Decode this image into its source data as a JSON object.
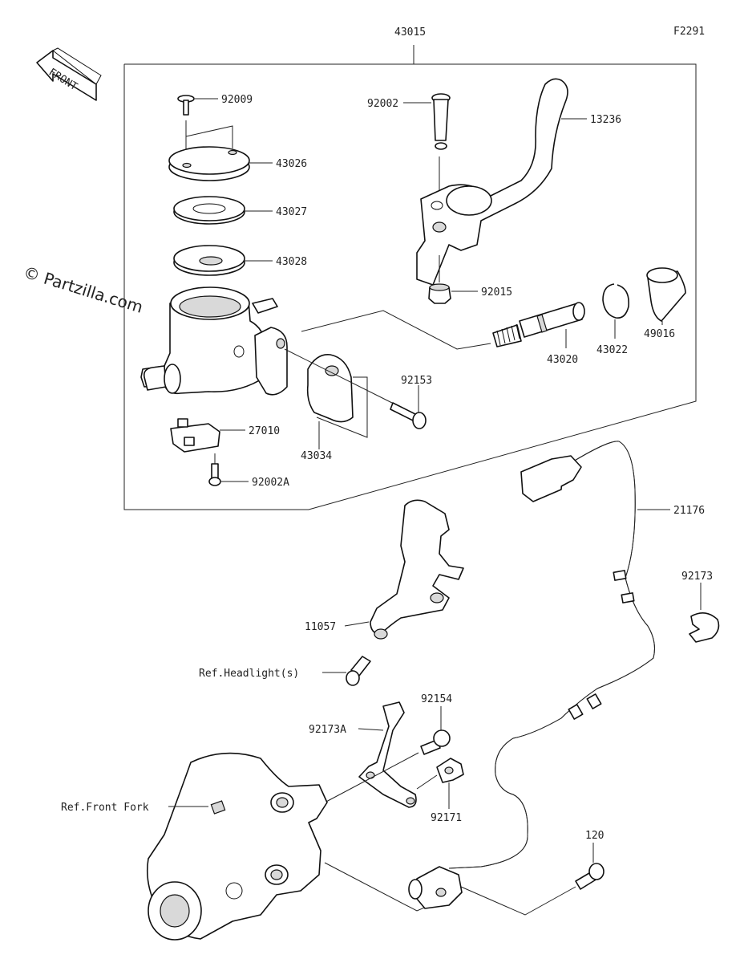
{
  "figure_code": "F2291",
  "watermark": "© Partzilla.com",
  "front_label": "FRONT",
  "labels": {
    "p43015": "43015",
    "p92009": "92009",
    "p43026": "43026",
    "p43027": "43027",
    "p43028": "43028",
    "p92002": "92002",
    "p13236": "13236",
    "p92015": "92015",
    "p43020": "43020",
    "p43022": "43022",
    "p49016": "49016",
    "p92153": "92153",
    "p27010": "27010",
    "p43034": "43034",
    "p92002A": "92002A",
    "p21176": "21176",
    "p92173": "92173",
    "p11057": "11057",
    "ref_headlight": "Ref.Headlight(s)",
    "p92154": "92154",
    "p92173A": "92173A",
    "ref_front_fork": "Ref.Front Fork",
    "p92171": "92171",
    "p120": "120"
  }
}
